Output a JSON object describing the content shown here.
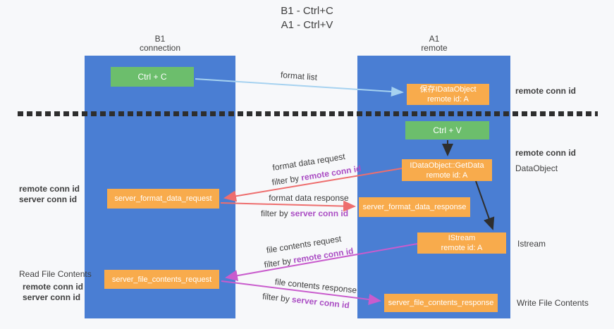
{
  "title": {
    "line1": "B1 - Ctrl+C",
    "line2": "A1 - Ctrl+V"
  },
  "colors": {
    "bg": "#f7f8fa",
    "column-blue": "#4a7ed3",
    "box-orange": "#f8ab4c",
    "box-green": "#6cbe6c",
    "arrow-lightblue": "#a6d2f0",
    "arrow-red": "#ee6e6e",
    "arrow-magenta": "#c95ccd",
    "arrow-black": "#2e2e2e",
    "text-dark": "#3f3f3f",
    "text-purple": "#ab4ec4",
    "text-green": "#5fbb6a"
  },
  "columns": {
    "left": {
      "name": "B1",
      "role": "connection"
    },
    "right": {
      "name": "A1",
      "role": "remote"
    }
  },
  "nodes": {
    "ctrl_c": "Ctrl + C",
    "ctrl_v": "Ctrl + V",
    "save_idataobject": {
      "title": "保存IDataObject",
      "subtitle": "remote id: A"
    },
    "idataobject_getdata": {
      "title": "IDataObject::GetData",
      "subtitle": "remote id: A"
    },
    "istream": {
      "title": "IStream",
      "subtitle": "remote id: A"
    },
    "server_format_data_request": "server_format_data_request",
    "server_format_data_response": "server_format_data_response",
    "server_file_contents_request": "server_file_contents_request",
    "server_file_contents_response": "server_file_contents_response"
  },
  "flow_labels": {
    "format_list": "format list",
    "format_data_request": "format data request",
    "format_data_response": "format data response",
    "file_contents_request": "file contents request",
    "file_contents_response": "file contents response",
    "filter_by": "filter by ",
    "remote_conn_id": "remote conn id",
    "server_conn_id": "server conn id"
  },
  "side_labels": {
    "remote_conn_id": "remote conn id",
    "server_conn_id": "server conn id",
    "dataobject": "DataObject",
    "istream": "Istream",
    "read_file_contents": "Read File Contents",
    "write_file_contents": "Write File Contents"
  }
}
